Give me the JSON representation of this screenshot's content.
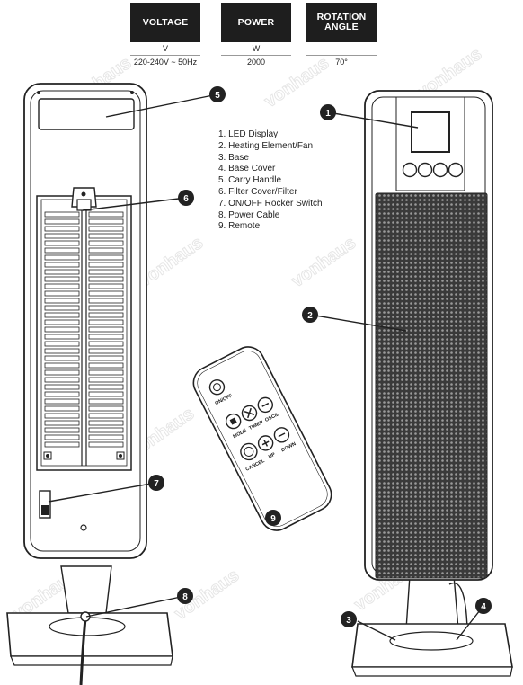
{
  "specs": [
    {
      "header": "VOLTAGE",
      "unit": "V",
      "value": "220-240V ~ 50Hz"
    },
    {
      "header": "POWER",
      "unit": "W",
      "value": "2000"
    },
    {
      "header": "ROTATION ANGLE",
      "unit": "",
      "value": "70°"
    }
  ],
  "legend": [
    "1. LED Display",
    "2. Heating Element/Fan",
    "3. Base",
    "4. Base Cover",
    "5. Carry Handle",
    "6. Filter Cover/Filter",
    "7. ON/OFF Rocker Switch",
    "8. Power Cable",
    "9. Remote"
  ],
  "callouts": [
    "1",
    "2",
    "3",
    "4",
    "5",
    "6",
    "7",
    "8",
    "9"
  ],
  "remote_labels": {
    "onoff": "ON/OFF",
    "mode": "MODE",
    "timer": "TIMER",
    "oscil": "OSCIL",
    "cancel": "CANCEL",
    "up": "UP",
    "down": "DOWN"
  },
  "watermark": "vonhaus"
}
